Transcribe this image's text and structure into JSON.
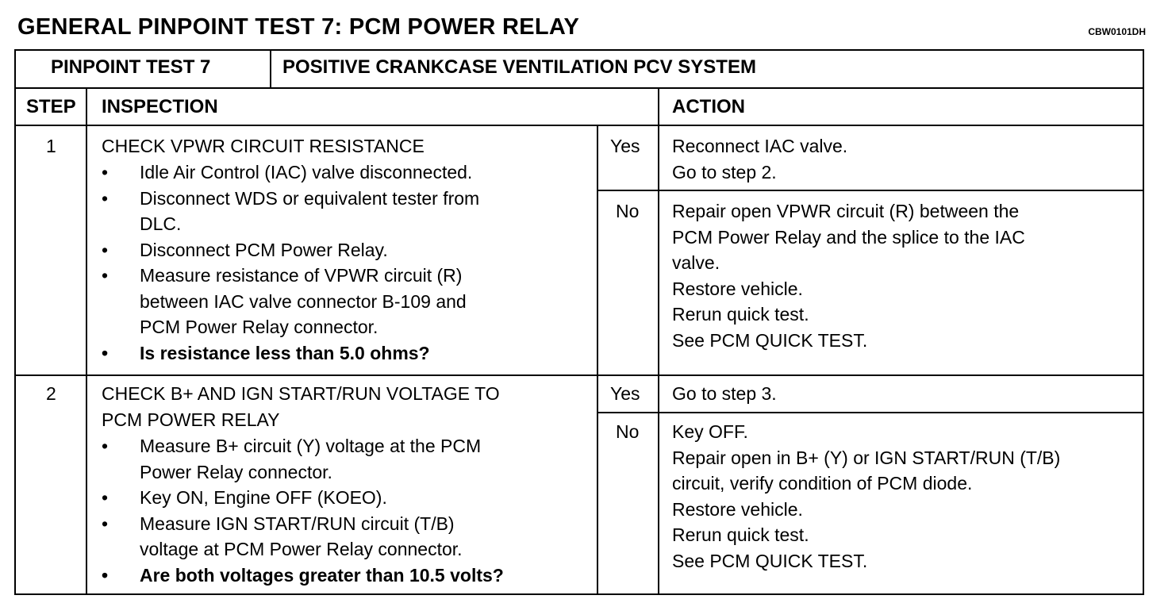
{
  "title": "GENERAL PINPOINT TEST 7: PCM POWER RELAY",
  "doc_code": "CBW0101DH",
  "table": {
    "test_label": "PINPOINT TEST 7",
    "test_name": "POSITIVE CRANKCASE VENTILATION PCV SYSTEM",
    "headers": {
      "step": "STEP",
      "inspection": "INSPECTION",
      "action": "ACTION"
    },
    "rows": [
      {
        "step": "1",
        "heading": "CHECK VPWR CIRCUIT RESISTANCE",
        "bullets": [
          "Idle Air Control (IAC) valve disconnected.",
          "Disconnect WDS or equivalent tester from",
          "DLC.",
          "Disconnect PCM Power Relay.",
          "Measure resistance of VPWR circuit (R)",
          "between IAC valve connector B-109 and",
          "PCM Power Relay connector.",
          "Is resistance less than 5.0 ohms?"
        ],
        "yes_label": "Yes",
        "yes_action": [
          "Reconnect IAC valve.",
          "Go to step 2."
        ],
        "no_label": "No",
        "no_action": [
          "Repair open VPWR circuit (R) between the",
          "PCM Power Relay and the splice to the IAC",
          "valve.",
          "Restore vehicle.",
          "Rerun quick test.",
          "See PCM QUICK TEST."
        ]
      },
      {
        "step": "2",
        "heading_line1": "CHECK B+ AND IGN START/RUN VOLTAGE TO",
        "heading_line2": "PCM POWER RELAY",
        "bullets": [
          "Measure B+ circuit (Y) voltage at the PCM",
          "Power Relay connector.",
          "Key ON, Engine OFF (KOEO).",
          "Measure IGN START/RUN circuit (T/B)",
          "voltage at PCM Power Relay connector.",
          "Are both voltages greater than 10.5 volts?"
        ],
        "yes_label": "Yes",
        "yes_action": [
          "Go to step 3."
        ],
        "no_label": "No",
        "no_action": [
          "Key OFF.",
          "Repair open in B+ (Y) or IGN START/RUN (T/B)",
          "circuit, verify condition of PCM diode.",
          "Restore vehicle.",
          "Rerun quick test.",
          "See PCM QUICK TEST."
        ]
      }
    ]
  }
}
